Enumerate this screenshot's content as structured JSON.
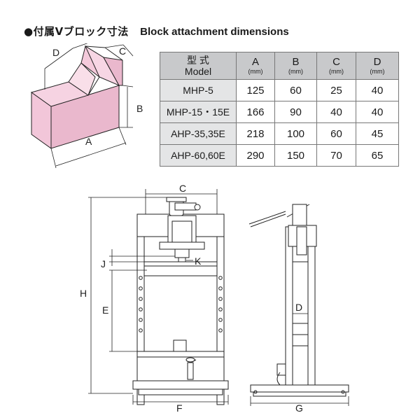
{
  "header": {
    "title_jp": "●付属Vブロック寸法",
    "title_en": "Block attachment dimensions"
  },
  "vblock_labels": {
    "d": "D",
    "c": "C",
    "b": "B",
    "a": "A"
  },
  "table": {
    "header": {
      "model_jp": "型 式",
      "model_en": "Model",
      "cols": [
        {
          "name": "A",
          "unit": "(mm)"
        },
        {
          "name": "B",
          "unit": "(mm)"
        },
        {
          "name": "C",
          "unit": "(mm)"
        },
        {
          "name": "D",
          "unit": "(mm)"
        }
      ]
    },
    "rows": [
      {
        "model": "MHP-5",
        "a": "125",
        "b": "60",
        "c": "25",
        "d": "40"
      },
      {
        "model": "MHP-15・15E",
        "a": "166",
        "b": "90",
        "c": "40",
        "d": "40"
      },
      {
        "model": "AHP-35,35E",
        "a": "218",
        "b": "100",
        "c": "60",
        "d": "45"
      },
      {
        "model": "AHP-60,60E",
        "a": "290",
        "b": "150",
        "c": "70",
        "d": "65"
      }
    ]
  },
  "press_labels": {
    "c": "C",
    "h": "H",
    "j": "J",
    "k": "K",
    "e": "E",
    "f": "F",
    "d": "D",
    "g": "G"
  },
  "colors": {
    "block_fill": "#f2c6d9",
    "table_header": "#c8c9cb",
    "stroke": "#222222"
  }
}
